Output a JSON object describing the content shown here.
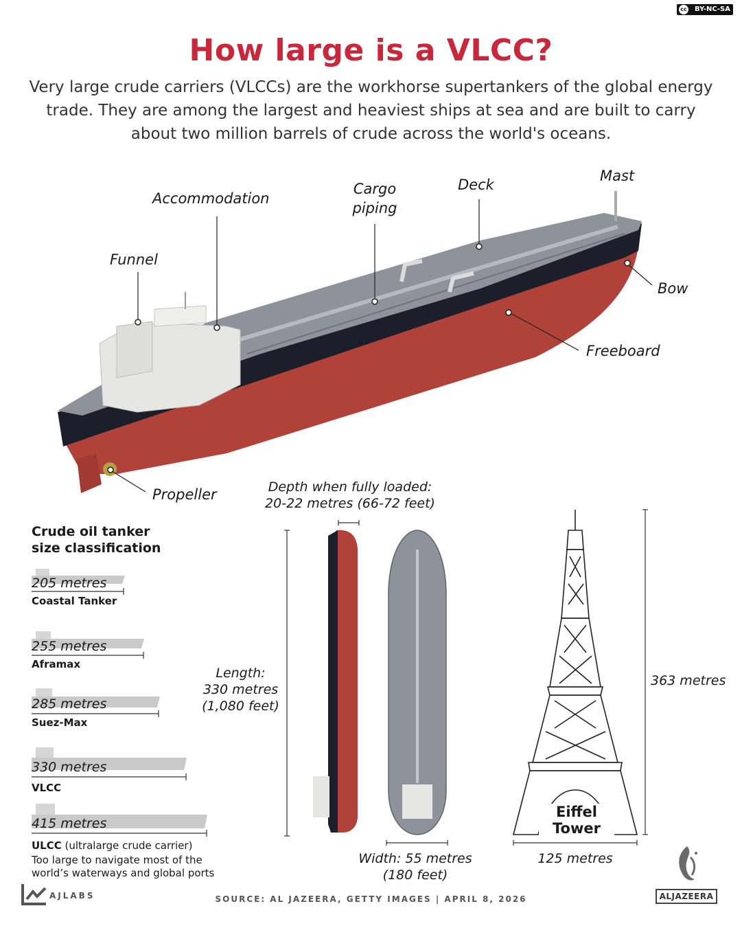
{
  "license": "BY-NC-SA",
  "title": "How large is a VLCC?",
  "intro": "Very large crude carriers (VLCCs) are the workhorse supertankers of the global energy trade. They are among the largest and heaviest ships at sea and are built to carry about two million barrels of crude across the world's oceans.",
  "callouts": {
    "accommodation": "Accommodation",
    "cargo_piping_1": "Cargo",
    "cargo_piping_2": "piping",
    "deck": "Deck",
    "mast": "Mast",
    "funnel": "Funnel",
    "bow": "Bow",
    "freeboard": "Freeboard",
    "propeller": "Propeller"
  },
  "classification": {
    "title_1": "Crude oil tanker",
    "title_2": "size classification",
    "items": [
      {
        "length": "205 metres",
        "name": "Coastal Tanker",
        "metres": 205
      },
      {
        "length": "255 metres",
        "name": "Aframax",
        "metres": 255
      },
      {
        "length": "285 metres",
        "name": "Suez-Max",
        "metres": 285
      },
      {
        "length": "330 metres",
        "name": "VLCC",
        "metres": 330
      },
      {
        "length": "415 metres",
        "name": "ULCC",
        "name_suffix": " (ultralarge crude carrier)",
        "metres": 415
      }
    ],
    "ulcc_desc_1": "Too large to navigate most of the",
    "ulcc_desc_2": "world’s waterways and global ports"
  },
  "dimensions": {
    "depth_1": "Depth when fully loaded:",
    "depth_2": "20-22 metres (66-72 feet)",
    "length_1": "Length:",
    "length_2": "330 metres",
    "length_3": "(1,080 feet)",
    "width_1": "Width: 55 metres",
    "width_2": "(180 feet)",
    "eiffel_1": "Eiffel",
    "eiffel_2": "Tower",
    "eiffel_height": "363 metres",
    "eiffel_width": "125 metres"
  },
  "footer": {
    "source": "SOURCE:  AL JAZEERA, GETTY IMAGES   |   APRIL 8, 2026",
    "ajlabs": "AJLABS",
    "brand": "ALJAZEERA"
  },
  "colors": {
    "title": "#c8283c",
    "hull_red": "#b0423a",
    "hull_black": "#1c1f2a",
    "deck_gray": "#8d929b",
    "superstructure": "#e6e6e4"
  }
}
